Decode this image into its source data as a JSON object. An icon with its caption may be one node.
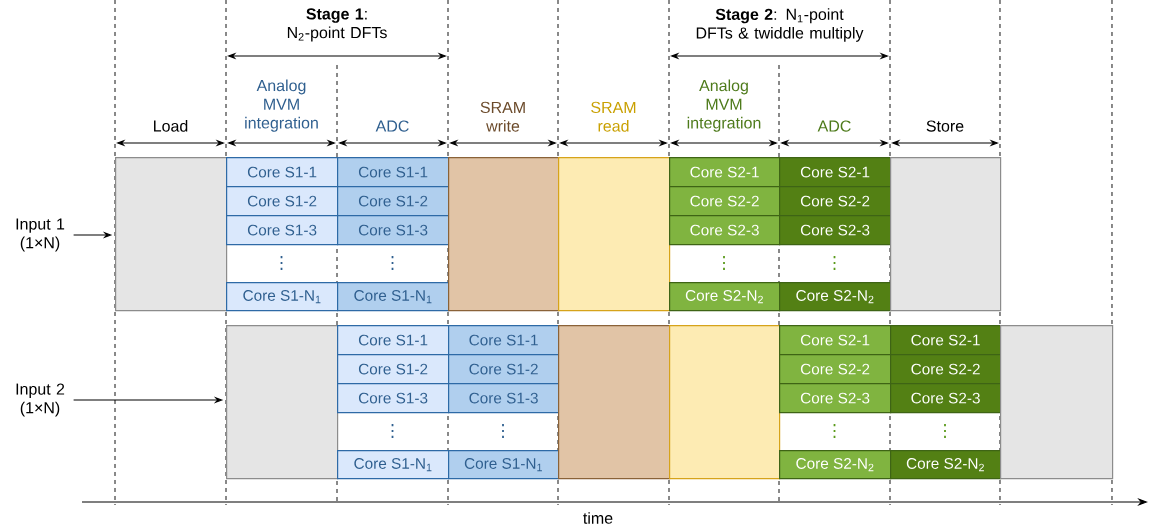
{
  "diagram": {
    "nodes": [
      {
        "text": [
          "Input 1 (1×N)"
        ]
      },
      {
        "text": [],
        "shape": "box"
      },
      {
        "text": [
          "Core S1-1"
        ]
      },
      {
        "text": [
          "Core S1-2"
        ]
      },
      {
        "text": [
          "Core S1-3"
        ]
      },
      {
        "text": [
          "Core S1-N$_{1}$"
        ]
      },
      {
        "text": [
          "Core S1-1"
        ]
      },
      {
        "text": [
          "Core S1-2"
        ]
      },
      {
        "text": [
          "Core S1-3"
        ]
      },
      {
        "text": [
          "Core S1-N$_{1}$"
        ]
      },
      {
        "text": [],
        "shape": "box"
      },
      {
        "text": [],
        "shape": "box"
      },
      {
        "text": [
          "Core S2-1"
        ]
      },
      {
        "text": [
          "Core S2-2"
        ]
      },
      {
        "text": [
          "Core S2-3"
        ]
      },
      {
        "text": [
          "Core S2-N$_{2}$"
        ]
      },
      {
        "text": [
          "Core S2-1"
        ]
      },
      {
        "text": [
          "Core S2-2"
        ]
      },
      {
        "text": [
          "Core S2-3"
        ]
      },
      {
        "text": [
          "Core S2-N$_{2}$"
        ]
      },
      {
        "text": [],
        "shape": "box"
      },
      {
        "text": [
          "Input 2 (1×N)"
        ]
      },
      {
        "text": [],
        "shape": "box"
      },
      {
        "text": [
          "Core S1-1"
        ]
      },
      {
        "text": [
          "Core S1-2"
        ]
      },
      {
        "text": [
          "Core S1-3"
        ]
      },
      {
        "text": [
          "Core S1-N$_{1}$"
        ]
      },
      {
        "text": [
          "Core S1-1"
        ]
      },
      {
        "text": [
          "Core S1-2"
        ]
      },
      {
        "text": [
          "Core S1-3"
        ]
      },
      {
        "text": [
          "Core S1-N$_{1}$"
        ]
      },
      {
        "text": [],
        "shape": "box"
      },
      {
        "text": [],
        "shape": "box"
      },
      {
        "text": [
          "Core S2-1"
        ]
      },
      {
        "text": [
          "Core S2-2"
        ]
      },
      {
        "text": [
          "Core S2-3"
        ]
      },
      {
        "text": [
          "Core S2-N$_{2}$"
        ]
      },
      {
        "text": [
          "Core S2-1"
        ]
      },
      {
        "text": [
          "Core S2-2"
        ]
      },
      {
        "text": [
          "Core S2-3"
        ]
      },
      {
        "text": [
          "Core S2-N$_{2}$"
        ]
      },
      {
        "text": [],
        "shape": "box"
      }
    ],
    "edges": [
      {
        "from": 0,
        "to": 1,
        "arrow": "to"
      },
      {
        "from": 21,
        "to": 22,
        "arrow": "to"
      }
    ],
    "labels": [
      "**Stage 1**: N$_{2}$-point DFTs",
      "**Stage 2**: N$_{1}$-point DFTs & twiddle multiply",
      "Load",
      "Analog MVM integration",
      "ADC",
      "SRAM write",
      "SRAM read",
      "Analog MVM integration",
      "ADC",
      "Store",
      "⋮",
      "⋮",
      "⋮",
      "⋮",
      "⋮",
      "⋮",
      "⋮",
      "⋮",
      "time"
    ]
  }
}
